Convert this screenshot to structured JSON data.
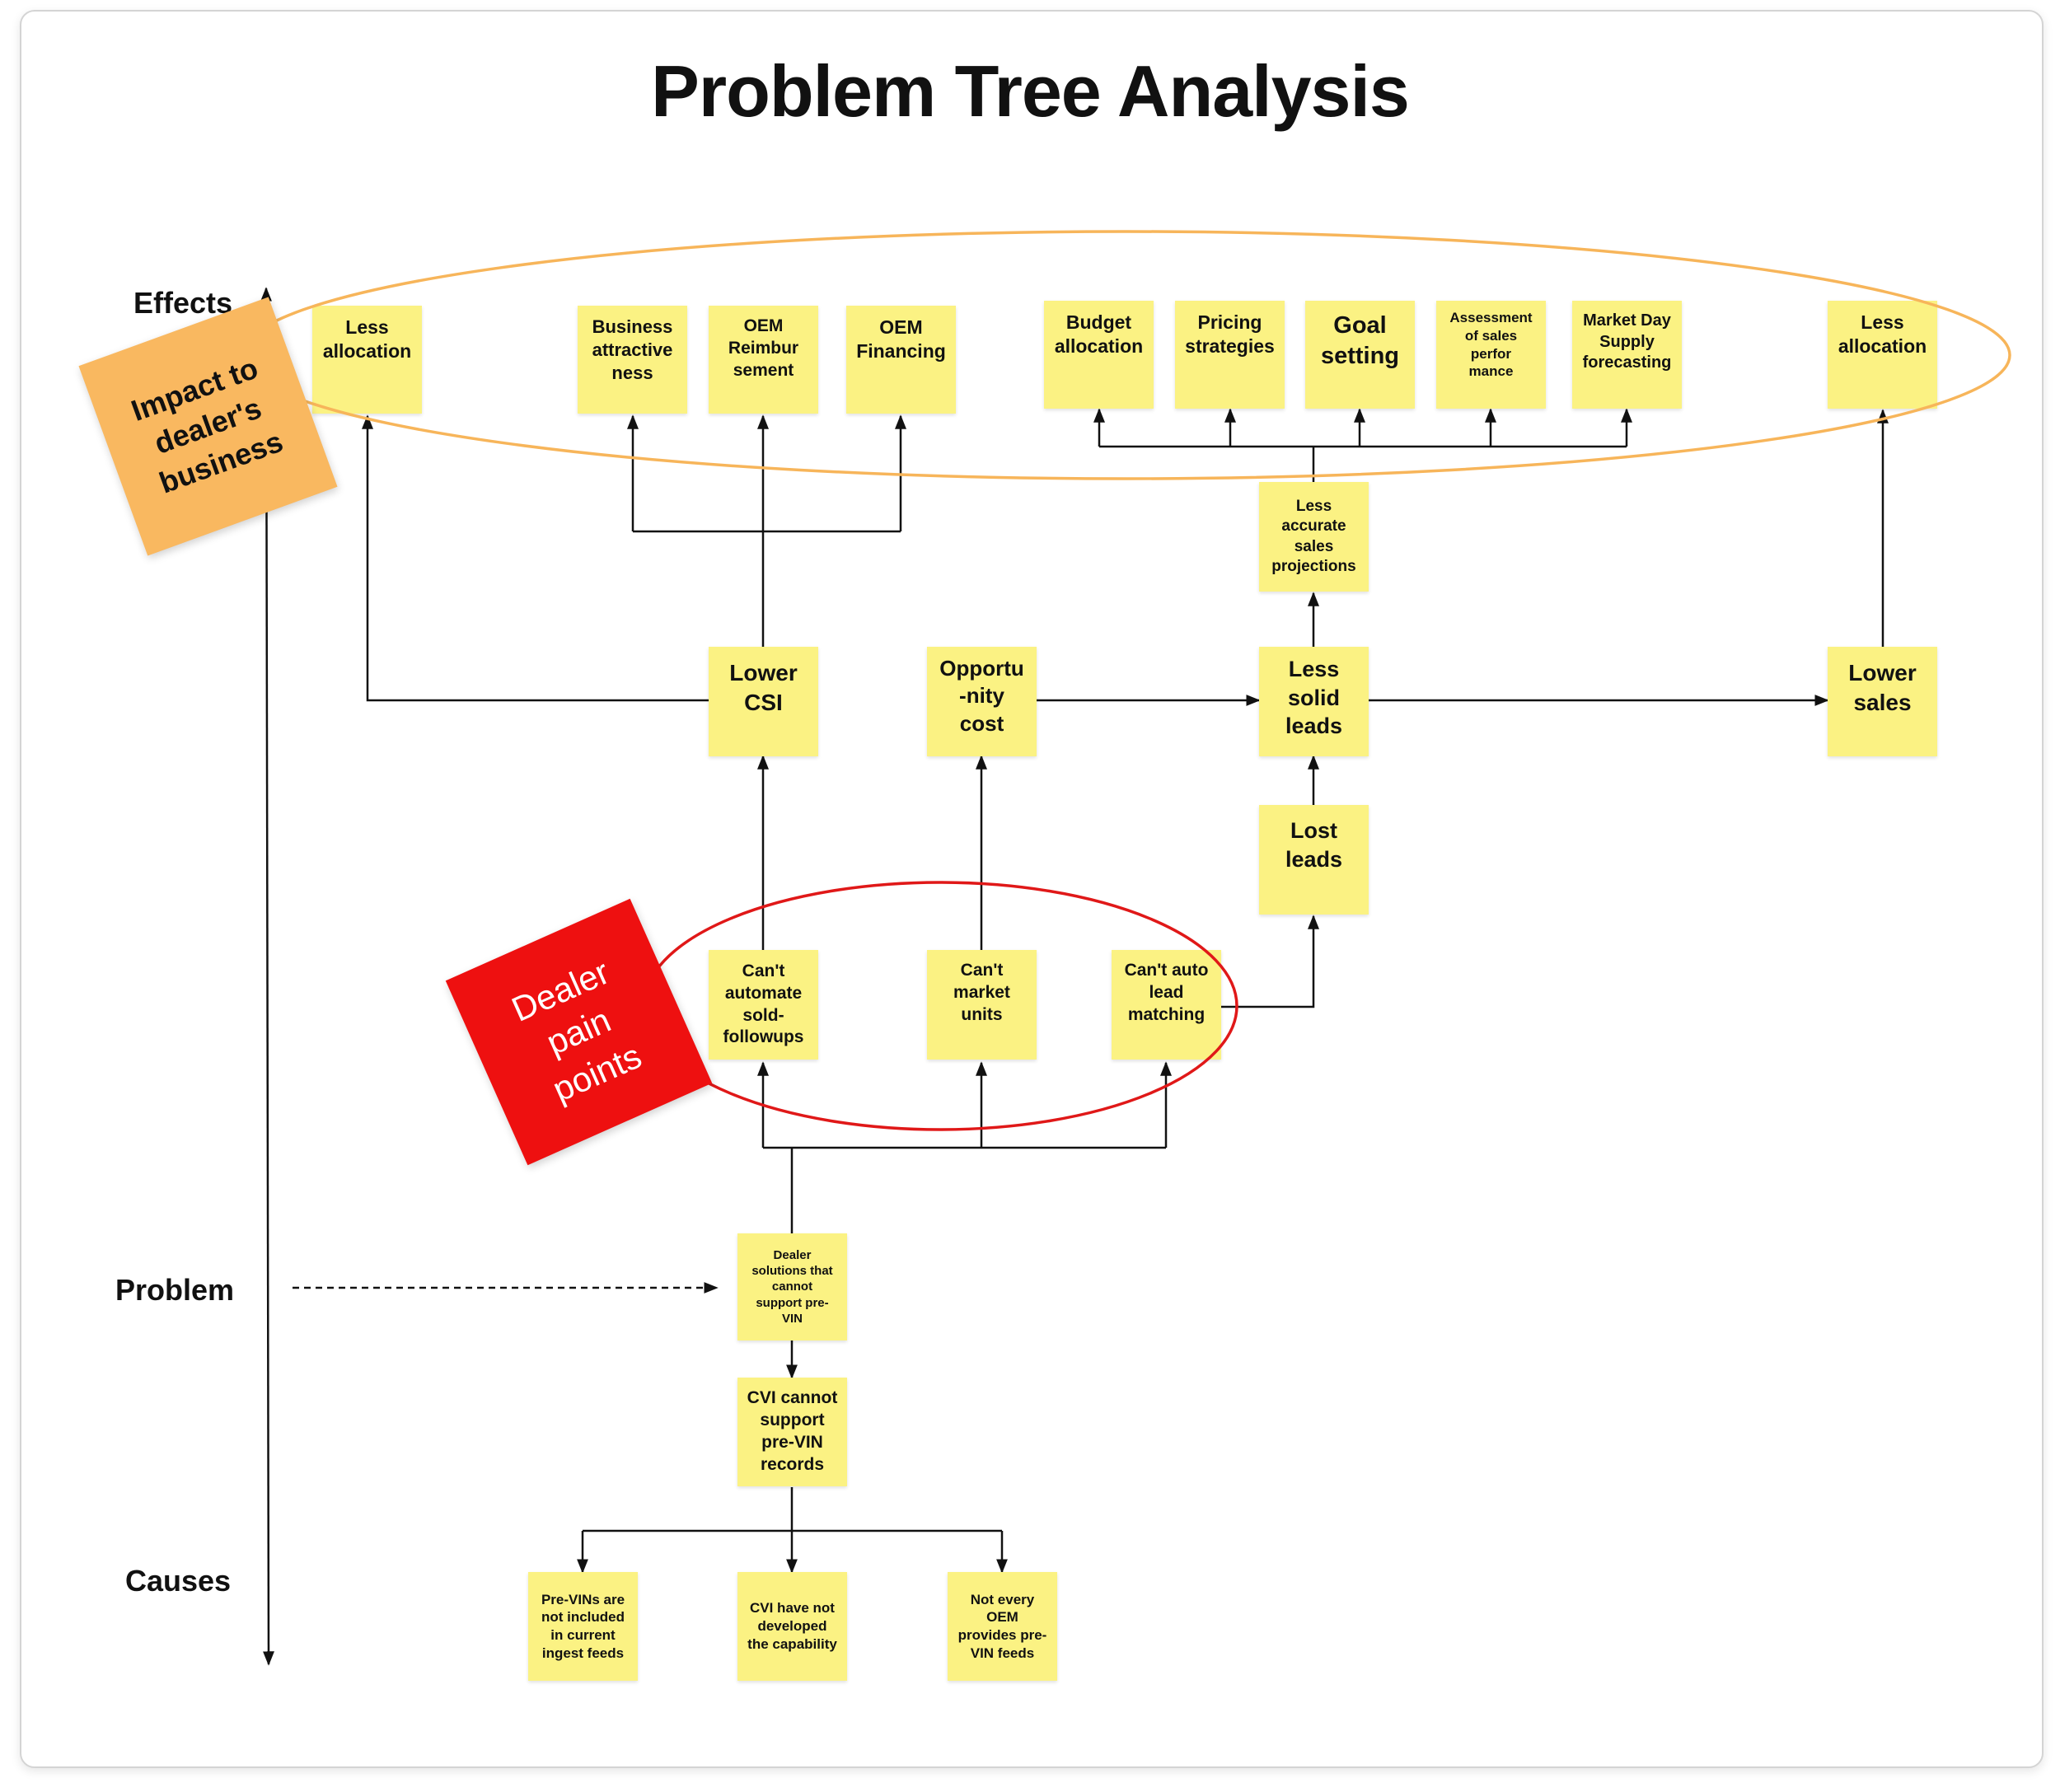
{
  "title": "Problem Tree Analysis",
  "axis": {
    "effects": "Effects",
    "problem": "Problem",
    "causes": "Causes"
  },
  "tags": {
    "impact": "Impact to\ndealer's\nbusiness",
    "pain": "Dealer\npain\npoints"
  },
  "effects_row": {
    "less_allocation_left": "Less\nallocation",
    "business_attractiveness": "Business\nattractive\nness",
    "oem_reimbursement": "OEM\nReimbur\nsement",
    "oem_financing": "OEM\nFinancing",
    "budget_allocation": "Budget\nallocation",
    "pricing_strategies": "Pricing\nstrategies",
    "goal_setting": "Goal\nsetting",
    "assessment": "Assessment\nof sales\nperfor\nmance",
    "market_day_supply": "Market Day\nSupply\nforecasting",
    "less_allocation_right": "Less\nallocation"
  },
  "middle": {
    "less_accurate": "Less\naccurate\nsales\nprojections",
    "lower_csi": "Lower\nCSI",
    "opportunity_cost": "Opportu\n-nity\ncost",
    "less_solid_leads": "Less\nsolid\nleads",
    "lower_sales": "Lower\nsales",
    "lost_leads": "Lost\nleads"
  },
  "pain_points": {
    "cant_automate": "Can't\nautomate\nsold-\nfollowups",
    "cant_market": "Can't\nmarket\nunits",
    "cant_auto_lead": "Can't auto\nlead\nmatching"
  },
  "problem": {
    "dealer_solutions": "Dealer\nsolutions that\ncannot\nsupport pre-\nVIN",
    "cvi_cannot": "CVI cannot\nsupport\npre-VIN\nrecords"
  },
  "causes": {
    "pre_vins": "Pre-VINs are\nnot included\nin current\ningest feeds",
    "cvi_not_developed": "CVI have not\ndeveloped\nthe capability",
    "not_every_oem": "Not every\nOEM\nprovides pre-\nVIN feeds"
  },
  "colors": {
    "sticky": "#fbf283",
    "orange_tag": "#f9b860",
    "red_tag": "#ee1010",
    "orange_ellipse": "#f7b55a",
    "red_ellipse": "#e01818"
  }
}
